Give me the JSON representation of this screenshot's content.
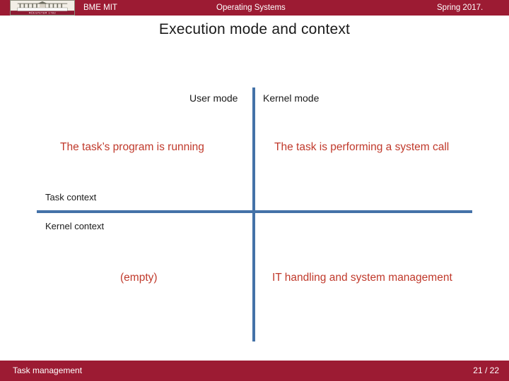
{
  "header": {
    "left_label": "BME MIT",
    "center_label": "Operating Systems",
    "right_label": "Spring 2017.",
    "logo_name": "bme-mit-crest-logo",
    "bar_color": "#9c1b33"
  },
  "slide": {
    "title": "Execution mode and context",
    "accent_color": "#4472a8",
    "highlight_color": "#c0392b"
  },
  "diagram": {
    "columns": [
      {
        "label": "User mode"
      },
      {
        "label": "Kernel mode"
      }
    ],
    "rows": [
      {
        "label": "Task context"
      },
      {
        "label": "Kernel context"
      }
    ],
    "cells": [
      {
        "row": "Task context",
        "column": "User mode",
        "text": "The task’s program is running"
      },
      {
        "row": "Task context",
        "column": "Kernel mode",
        "text": "The task is performing a system call"
      },
      {
        "row": "Kernel context",
        "column": "User mode",
        "text": "(empty)"
      },
      {
        "row": "Kernel context",
        "column": "Kernel mode",
        "text": "IT handling and system management"
      }
    ]
  },
  "footer": {
    "section_label": "Task management",
    "page_label": "21 / 22"
  }
}
